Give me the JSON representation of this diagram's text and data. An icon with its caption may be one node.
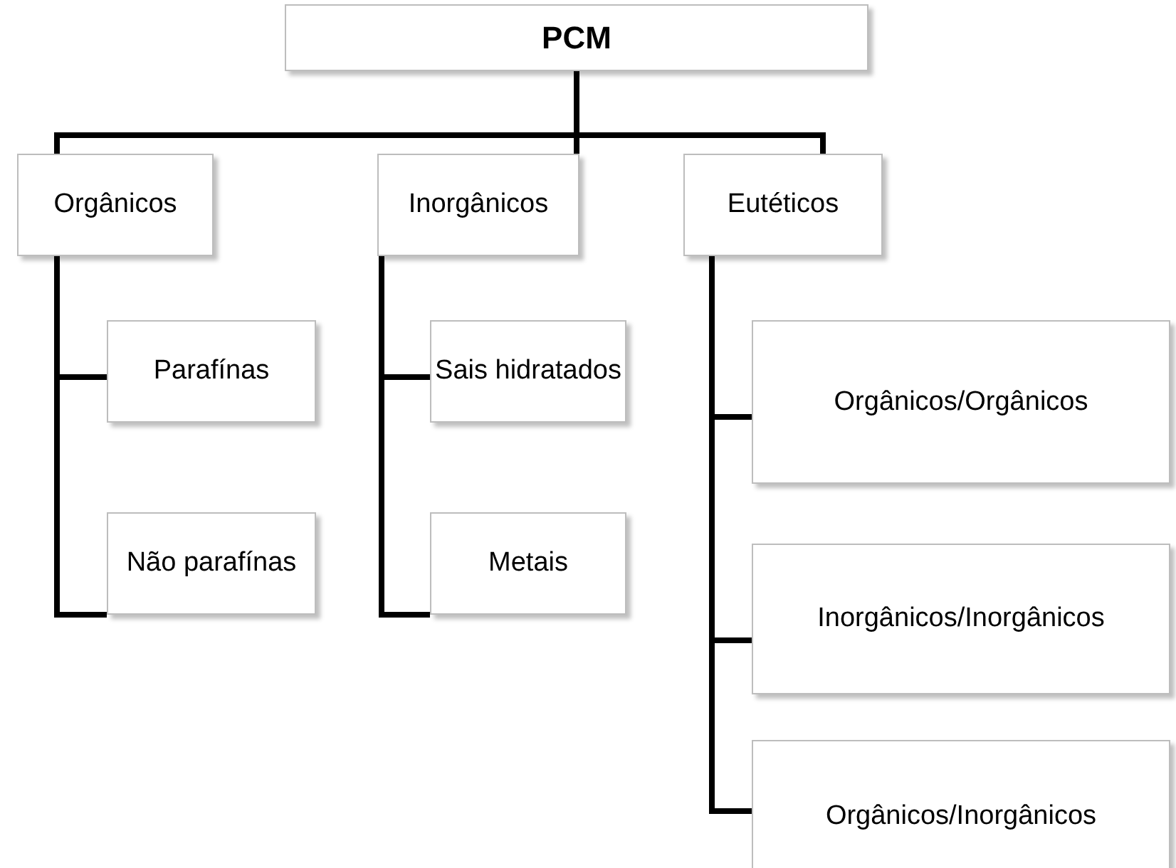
{
  "diagram": {
    "nodes": [
      {
        "text": [
          "PCM"
        ]
      },
      {
        "text": [
          "Orgânicos"
        ]
      },
      {
        "text": [
          "Inorgânicos"
        ]
      },
      {
        "text": [
          "Eutéticos"
        ]
      },
      {
        "text": [
          "Parafínas"
        ]
      },
      {
        "text": [
          "Não parafínas"
        ]
      },
      {
        "text": [
          "Sais hidratados"
        ]
      },
      {
        "text": [
          "Metais"
        ]
      },
      {
        "text": [
          "Orgânicos/Orgânicos"
        ]
      },
      {
        "text": [
          "Inorgânicos/Inorgânicos"
        ]
      },
      {
        "text": [
          "Orgânicos/Inorgânicos"
        ]
      }
    ],
    "edges": [
      {
        "from": 0,
        "to": 1,
        "arrow": "none"
      },
      {
        "from": 0,
        "to": 2,
        "arrow": "none"
      },
      {
        "from": 0,
        "to": 3,
        "arrow": "none"
      },
      {
        "from": 1,
        "to": 4,
        "arrow": "none"
      },
      {
        "from": 1,
        "to": 5,
        "arrow": "none"
      },
      {
        "from": 2,
        "to": 6,
        "arrow": "none"
      },
      {
        "from": 2,
        "to": 7,
        "arrow": "none"
      },
      {
        "from": 3,
        "to": 8,
        "arrow": "none"
      },
      {
        "from": 3,
        "to": 9,
        "arrow": "none"
      },
      {
        "from": 3,
        "to": 10,
        "arrow": "none"
      }
    ]
  }
}
